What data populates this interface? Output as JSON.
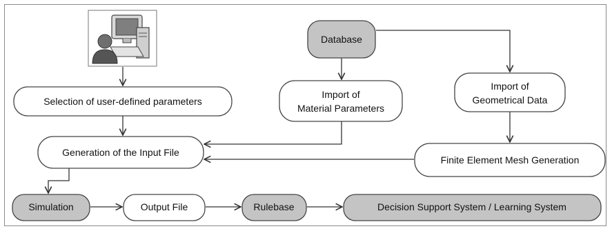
{
  "diagram": {
    "nodes": {
      "user": {
        "label": ""
      },
      "database": {
        "label": "Database"
      },
      "selection": {
        "label": "Selection of user-defined parameters"
      },
      "import_material": {
        "line1": "Import of",
        "line2": "Material Parameters"
      },
      "import_geometry": {
        "line1": "Import of",
        "line2": "Geometrical Data"
      },
      "generation": {
        "label": "Generation of the Input File"
      },
      "fem": {
        "label": "Finite Element Mesh Generation"
      },
      "simulation": {
        "label": "Simulation"
      },
      "output_file": {
        "label": "Output File"
      },
      "rulebase": {
        "label": "Rulebase"
      },
      "dss": {
        "label": "Decision Support System / Learning System"
      }
    },
    "colors": {
      "highlight_fill": "#c4c4c4",
      "node_fill": "#ffffff",
      "stroke": "#444444"
    }
  }
}
